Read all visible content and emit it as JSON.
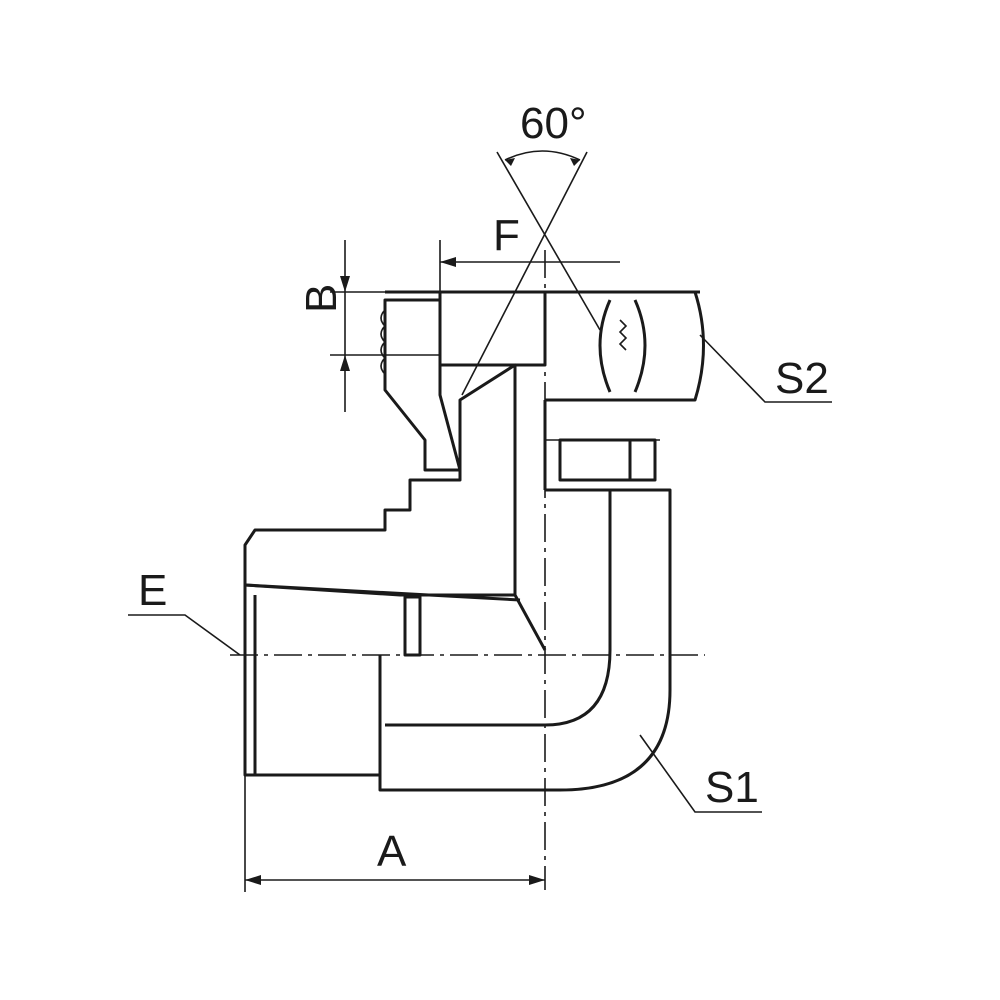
{
  "drawing": {
    "labels": {
      "angle": "60°",
      "F": "F",
      "B": "B",
      "S2": "S2",
      "E": "E",
      "S1": "S1",
      "A": "A"
    },
    "line_color": "#1a1a1a"
  }
}
